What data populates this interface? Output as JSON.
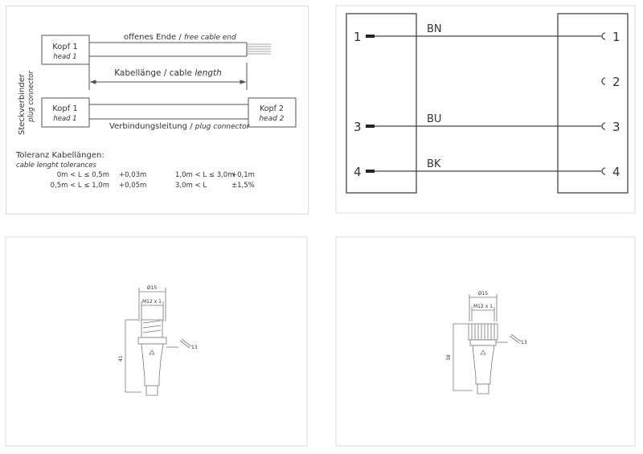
{
  "cable_diagram": {
    "free_end_de": "offenes Ende /",
    "free_end_en": "free cable end",
    "head1_de": "Kopf 1",
    "head1_en": "head 1",
    "head2_de": "Kopf 2",
    "head2_en": "head 2",
    "length_de": "Kabellänge / cable",
    "length_en": "length",
    "connector_de": "Verbindungsleitung /",
    "connector_en": "plug connector",
    "side_de": "Steckverbinder",
    "side_en": "plug connector",
    "tolerance_title": "Toleranz Kabellängen:",
    "tolerance_subtitle": "cable lenght tolerances",
    "tolerances": [
      {
        "range": "0m < L ≤ 0,5m",
        "value": "+0,03m"
      },
      {
        "range": "0,5m < L ≤ 1,0m",
        "value": "+0,05m"
      },
      {
        "range": "1,0m < L ≤ 3,0m",
        "value": "+0,1m"
      },
      {
        "range": "3,0m < L",
        "value": "±1,5%"
      }
    ]
  },
  "wiring": {
    "wires": [
      {
        "left_pin": "1",
        "color": "BN",
        "right_pin": "1"
      },
      {
        "left_pin": "3",
        "color": "BU",
        "right_pin": "3"
      },
      {
        "left_pin": "4",
        "color": "BK",
        "right_pin": "4"
      }
    ],
    "unused_pin": "2"
  },
  "male_connector": {
    "diameter": "Ø15",
    "thread": "M12 x 1",
    "length": "41",
    "wrench": "13"
  },
  "female_connector": {
    "diameter": "Ø15",
    "thread": "M12 x 1",
    "length": "38",
    "wrench": "13"
  }
}
